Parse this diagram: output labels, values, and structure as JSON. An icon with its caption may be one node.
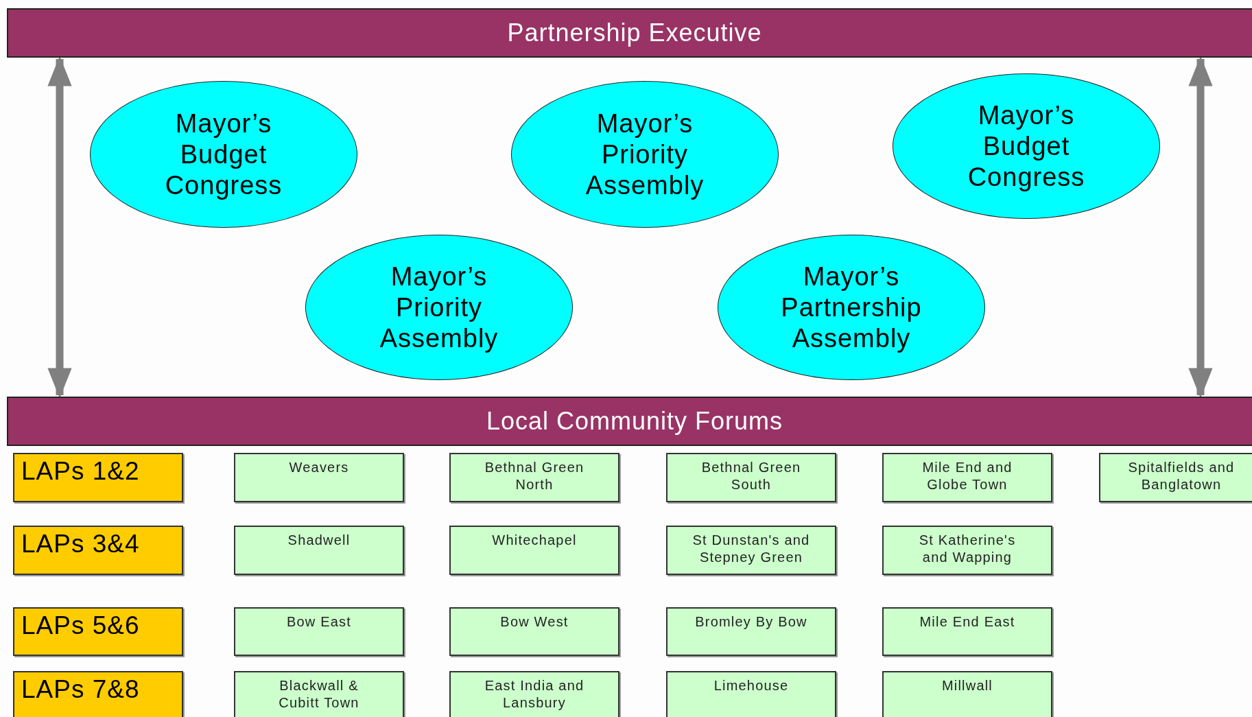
{
  "diagram": {
    "nodes": [
      {
        "text": [
          "Partnership Executive"
        ]
      },
      {
        "text": [
          "Mayor’s Budget Congress"
        ]
      },
      {
        "text": [
          "Mayor’s Priority Assembly"
        ]
      },
      {
        "text": [
          "Mayor’s Budget Congress"
        ]
      },
      {
        "text": [
          "Mayor’s Priority Assembly"
        ]
      },
      {
        "text": [
          "Mayor’s Partnership Assembly"
        ]
      },
      {
        "text": [
          "Local Community Forums"
        ]
      },
      {
        "text": [
          "LAPs 1&2"
        ]
      },
      {
        "text": [
          "Weavers"
        ]
      },
      {
        "text": [
          "Bethnal Green North"
        ]
      },
      {
        "text": [
          "Bethnal Green South"
        ]
      },
      {
        "text": [
          "Mile End and Globe Town"
        ]
      },
      {
        "text": [
          "Spitalfields and Banglatown"
        ]
      },
      {
        "text": [
          "LAPs 3&4"
        ]
      },
      {
        "text": [
          "Shadwell"
        ]
      },
      {
        "text": [
          "Whitechapel"
        ]
      },
      {
        "text": [
          "St Dunstan's and Stepney Green"
        ]
      },
      {
        "text": [
          "St Katherine's and Wapping"
        ]
      },
      {
        "text": [
          "LAPs 5&6"
        ]
      },
      {
        "text": [
          "Bow East"
        ]
      },
      {
        "text": [
          "Bow West"
        ]
      },
      {
        "text": [
          "Bromley By Bow"
        ]
      },
      {
        "text": [
          "Mile End East"
        ]
      },
      {
        "text": [
          "LAPs 7&8"
        ]
      },
      {
        "text": [
          "Blackwall & Cubitt Town"
        ]
      },
      {
        "text": [
          "East India and Lansbury"
        ]
      },
      {
        "text": [
          "Limehouse"
        ]
      },
      {
        "text": [
          "Millwall"
        ]
      }
    ],
    "edges": [
      {
        "from": 0,
        "to": 6,
        "arrow": "both",
        "color": "#808080"
      },
      {
        "from": 0,
        "to": 6,
        "arrow": "both",
        "color": "#808080"
      }
    ]
  }
}
